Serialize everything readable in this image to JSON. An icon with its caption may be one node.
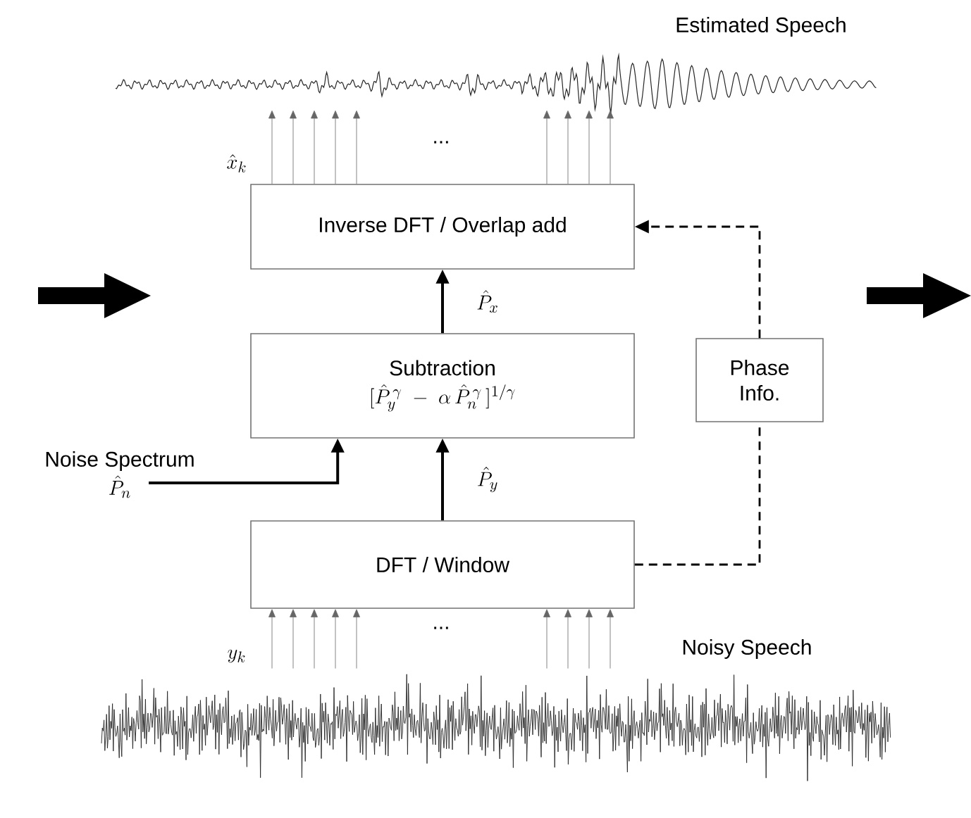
{
  "diagram": {
    "nodes": [
      {
        "text": [
          "Inverse DFT / Overlap add"
        ]
      },
      {
        "text": [
          "Subtraction",
          "[\\hat{P}_y^{\\,\\gamma} \\;-\\; \\alpha\\, \\hat{P}_n^{\\,\\gamma}\\,]^{1/\\gamma}"
        ]
      },
      {
        "text": [
          "Phase Info."
        ]
      },
      {
        "text": [
          "DFT / Window"
        ]
      },
      {
        "text": [
          "Noise Spectrum",
          "\\hat{P}_n"
        ]
      },
      {
        "text": [],
        "shape": "picture",
        "beside": [
          "Estimated Speech"
        ]
      },
      {
        "text": [],
        "shape": "picture",
        "beside": [
          "Noisy Speech"
        ]
      }
    ],
    "edges": [
      {
        "from": 3,
        "to": 1,
        "arrow": "to",
        "style": "thick",
        "color": "#000000",
        "label": "\\hat{P}_y"
      },
      {
        "from": 1,
        "to": 0,
        "arrow": "to",
        "style": "thick",
        "color": "#000000",
        "label": "\\hat{P}_x"
      },
      {
        "from": 4,
        "to": 1,
        "arrow": "to",
        "style": "thick",
        "color": "#000000"
      },
      {
        "from": 3,
        "to": 2,
        "arrow": "none",
        "style": "dashed",
        "color": "#000000"
      },
      {
        "from": 2,
        "to": 0,
        "arrow": "to",
        "style": "dashed",
        "color": "#000000"
      },
      {
        "from": 0,
        "to": 5,
        "arrow": "to"
      },
      {
        "from": 0,
        "to": 5,
        "arrow": "to"
      },
      {
        "from": 0,
        "to": 5,
        "arrow": "to"
      },
      {
        "from": 0,
        "to": 5,
        "arrow": "to"
      },
      {
        "from": 0,
        "to": 5,
        "arrow": "to"
      },
      {
        "from": 0,
        "to": 5,
        "arrow": "to"
      },
      {
        "from": 0,
        "to": 5,
        "arrow": "to"
      },
      {
        "from": 0,
        "to": 5,
        "arrow": "to"
      },
      {
        "from": 0,
        "to": 5,
        "arrow": "to"
      },
      {
        "from": 6,
        "to": 3,
        "arrow": "to"
      },
      {
        "from": 6,
        "to": 3,
        "arrow": "to"
      },
      {
        "from": 6,
        "to": 3,
        "arrow": "to"
      },
      {
        "from": 6,
        "to": 3,
        "arrow": "to"
      },
      {
        "from": 6,
        "to": 3,
        "arrow": "to"
      },
      {
        "from": 6,
        "to": 3,
        "arrow": "to"
      },
      {
        "from": 6,
        "to": 3,
        "arrow": "to"
      },
      {
        "from": 6,
        "to": 3,
        "arrow": "to"
      },
      {
        "from": 6,
        "to": 3,
        "arrow": "to"
      }
    ],
    "labels": [
      "\\hat{x}_k",
      "...",
      "...",
      "y_k"
    ]
  }
}
